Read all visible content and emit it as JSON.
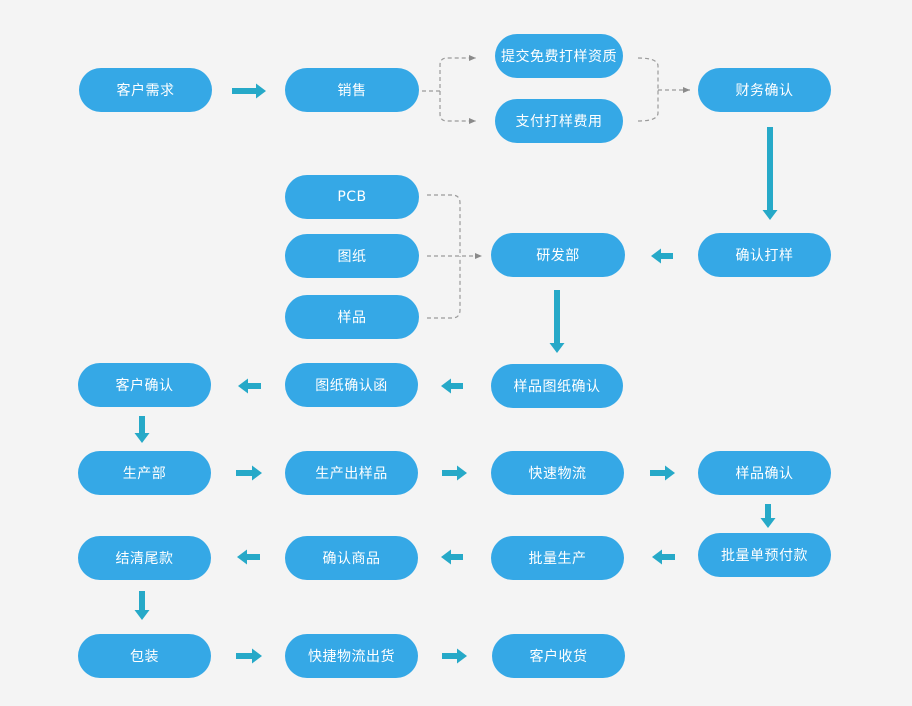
{
  "colors": {
    "background": "#f4f4f4",
    "node_fill": "#35a8e6",
    "node_text": "#ffffff",
    "arrow": "#26a9c8",
    "dashed_line": "#9a9a9a"
  },
  "nodes": {
    "customer_demand": "客户需求",
    "sales": "销售",
    "submit_free_sample_qualification": "提交免费打样资质",
    "pay_sample_fee": "支付打样费用",
    "finance_confirm": "财务确认",
    "pcb": "PCB",
    "drawings": "图纸",
    "samples": "样品",
    "rnd_department": "研发部",
    "confirm_sampling": "确认打样",
    "customer_confirm": "客户确认",
    "drawing_confirmation_letter": "图纸确认函",
    "sample_drawing_confirm": "样品图纸确认",
    "production_department": "生产部",
    "production_samples": "生产出样品",
    "express_logistics": "快速物流",
    "sample_confirm": "样品确认",
    "settle_balance": "结清尾款",
    "confirm_goods": "确认商品",
    "mass_production": "批量生产",
    "bulk_order_prepayment": "批量单预付款",
    "packaging": "包装",
    "express_shipping": "快捷物流出货",
    "customer_receipt": "客户收货"
  }
}
